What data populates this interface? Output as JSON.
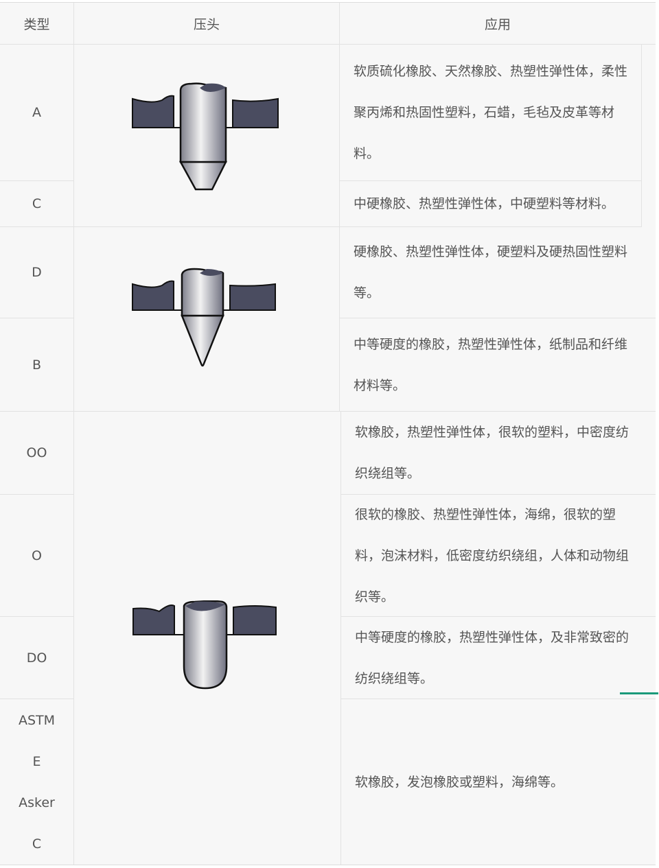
{
  "headers": {
    "type": "类型",
    "indenter": "压头",
    "application": "应用"
  },
  "rows": [
    {
      "type": "A",
      "app": "软质硫化橡胶、天然橡胶、热塑性弹性体，柔性聚丙烯和热固性塑料，石蜡，毛毡及皮革等材料。"
    },
    {
      "type": "C",
      "app": "中硬橡胶、热塑性弹性体，中硬塑料等材料。"
    },
    {
      "type": "D",
      "app": "硬橡胶、热塑性弹性体，硬塑料及硬热固性塑料等。"
    },
    {
      "type": "B",
      "app": "中等硬度的橡胶，热塑性弹性体，纸制品和纤维材料等。"
    },
    {
      "type": "OO",
      "app": "软橡胶，热塑性弹性体，很软的塑料，中密度纺织绕组等。"
    },
    {
      "type": "O",
      "app": "很软的橡胶、热塑性弹性体，海绵，很软的塑料，泡沫材料，低密度纺织绕组，人体和动物组织等。"
    },
    {
      "type": "DO",
      "app": "中等硬度的橡胶，热塑性弹性体，及非常致密的纺织绕组等。"
    },
    {
      "type_lines": [
        "ASTM",
        "E",
        "Asker",
        "C"
      ],
      "app": "软橡胶，发泡橡胶或塑料，海绵等。"
    }
  ],
  "colors": {
    "material": "#4a4c60",
    "accent": "#1a9a7a"
  }
}
